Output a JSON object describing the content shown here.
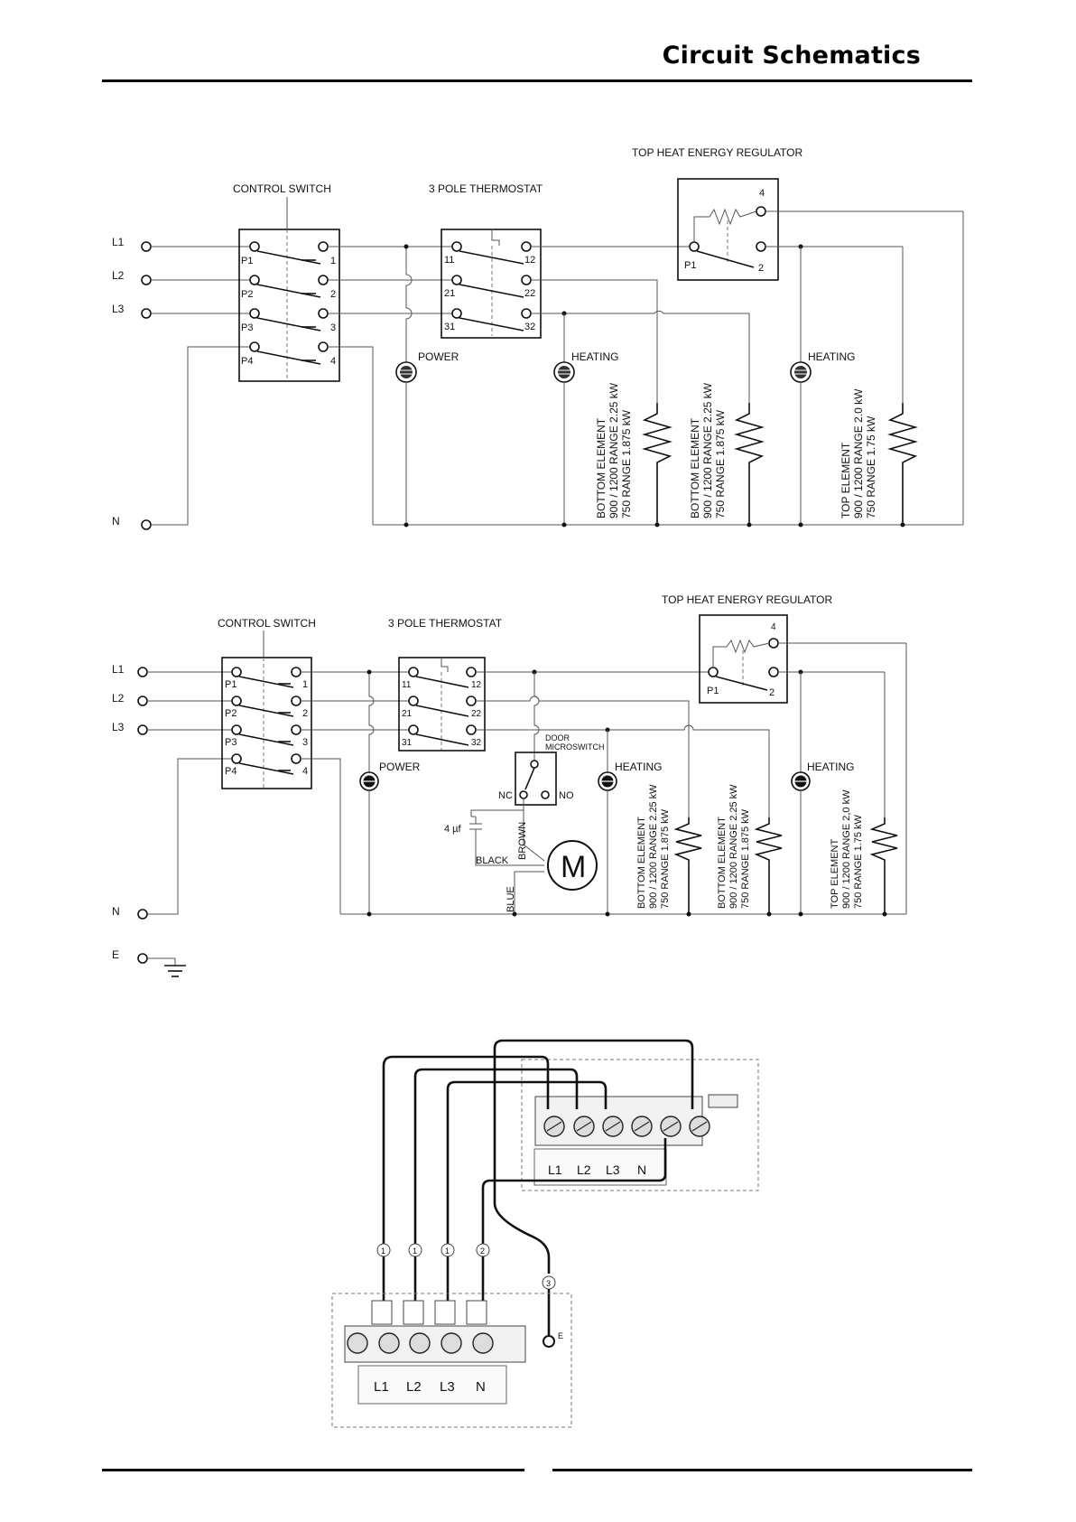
{
  "header": {
    "title": "Circuit Schematics"
  },
  "diagram1": {
    "lines": [
      "L1",
      "L2",
      "L3",
      "N"
    ],
    "control_switch": "CONTROL SWITCH",
    "cs_left": [
      "P1",
      "P2",
      "P3",
      "P4"
    ],
    "cs_right": [
      "1",
      "2",
      "3",
      "4"
    ],
    "thermostat": "3 POLE THERMOSTAT",
    "th_left": [
      "11",
      "21",
      "31"
    ],
    "th_right": [
      "12",
      "22",
      "32"
    ],
    "regulator": "TOP HEAT ENERGY REGULATOR",
    "reg_p1": "P1",
    "reg_2": "2",
    "reg_4": "4",
    "power": "POWER",
    "heating_1": "HEATING",
    "heating_2": "HEATING",
    "element_1": [
      "BOTTOM ELEMENT",
      "900 / 1200 RANGE 2.25 kW",
      "750 RANGE 1.875 kW"
    ],
    "element_2": [
      "BOTTOM ELEMENT",
      "900 / 1200 RANGE 2.25 kW",
      "750 RANGE 1.875 kW"
    ],
    "element_3": [
      "TOP ELEMENT",
      "900 / 1200 RANGE 2.0 kW",
      "750 RANGE 1.75 kW"
    ]
  },
  "diagram2": {
    "lines": [
      "L1",
      "L2",
      "L3",
      "N",
      "E"
    ],
    "control_switch": "CONTROL SWITCH",
    "cs_left": [
      "P1",
      "P2",
      "P3",
      "P4"
    ],
    "cs_right": [
      "1",
      "2",
      "3",
      "4"
    ],
    "thermostat": "3 POLE THERMOSTAT",
    "th_left": [
      "11",
      "21",
      "31"
    ],
    "th_right": [
      "12",
      "22",
      "32"
    ],
    "regulator": "TOP HEAT ENERGY REGULATOR",
    "reg_p1": "P1",
    "reg_2": "2",
    "reg_4": "4",
    "power": "POWER",
    "door_switch": [
      "DOOR",
      "MICROSWITCH"
    ],
    "nc": "NC",
    "no": "NO",
    "capacitor": "4 µf",
    "brown": "BROWN",
    "black": "BLACK",
    "blue": "BLUE",
    "motor": "M",
    "heating_1": "HEATING",
    "heating_2": "HEATING",
    "element_1": [
      "BOTTOM ELEMENT",
      "900 / 1200 RANGE 2.25 kW",
      "750 RANGE 1.875 kW"
    ],
    "element_2": [
      "BOTTOM ELEMENT",
      "900 / 1200 RANGE 2.25 kW",
      "750 RANGE 1.875 kW"
    ],
    "element_3": [
      "TOP ELEMENT",
      "900 / 1200 RANGE 2,0 kW",
      "750 RANGE 1.75 kW"
    ]
  },
  "wiring": {
    "upper_terminals": [
      "L1",
      "L2",
      "L3",
      "N"
    ],
    "lower_terminals": [
      "L1",
      "L2",
      "L3",
      "N"
    ],
    "markers": [
      "1",
      "1",
      "1",
      "2",
      "3"
    ],
    "earth": "E"
  }
}
